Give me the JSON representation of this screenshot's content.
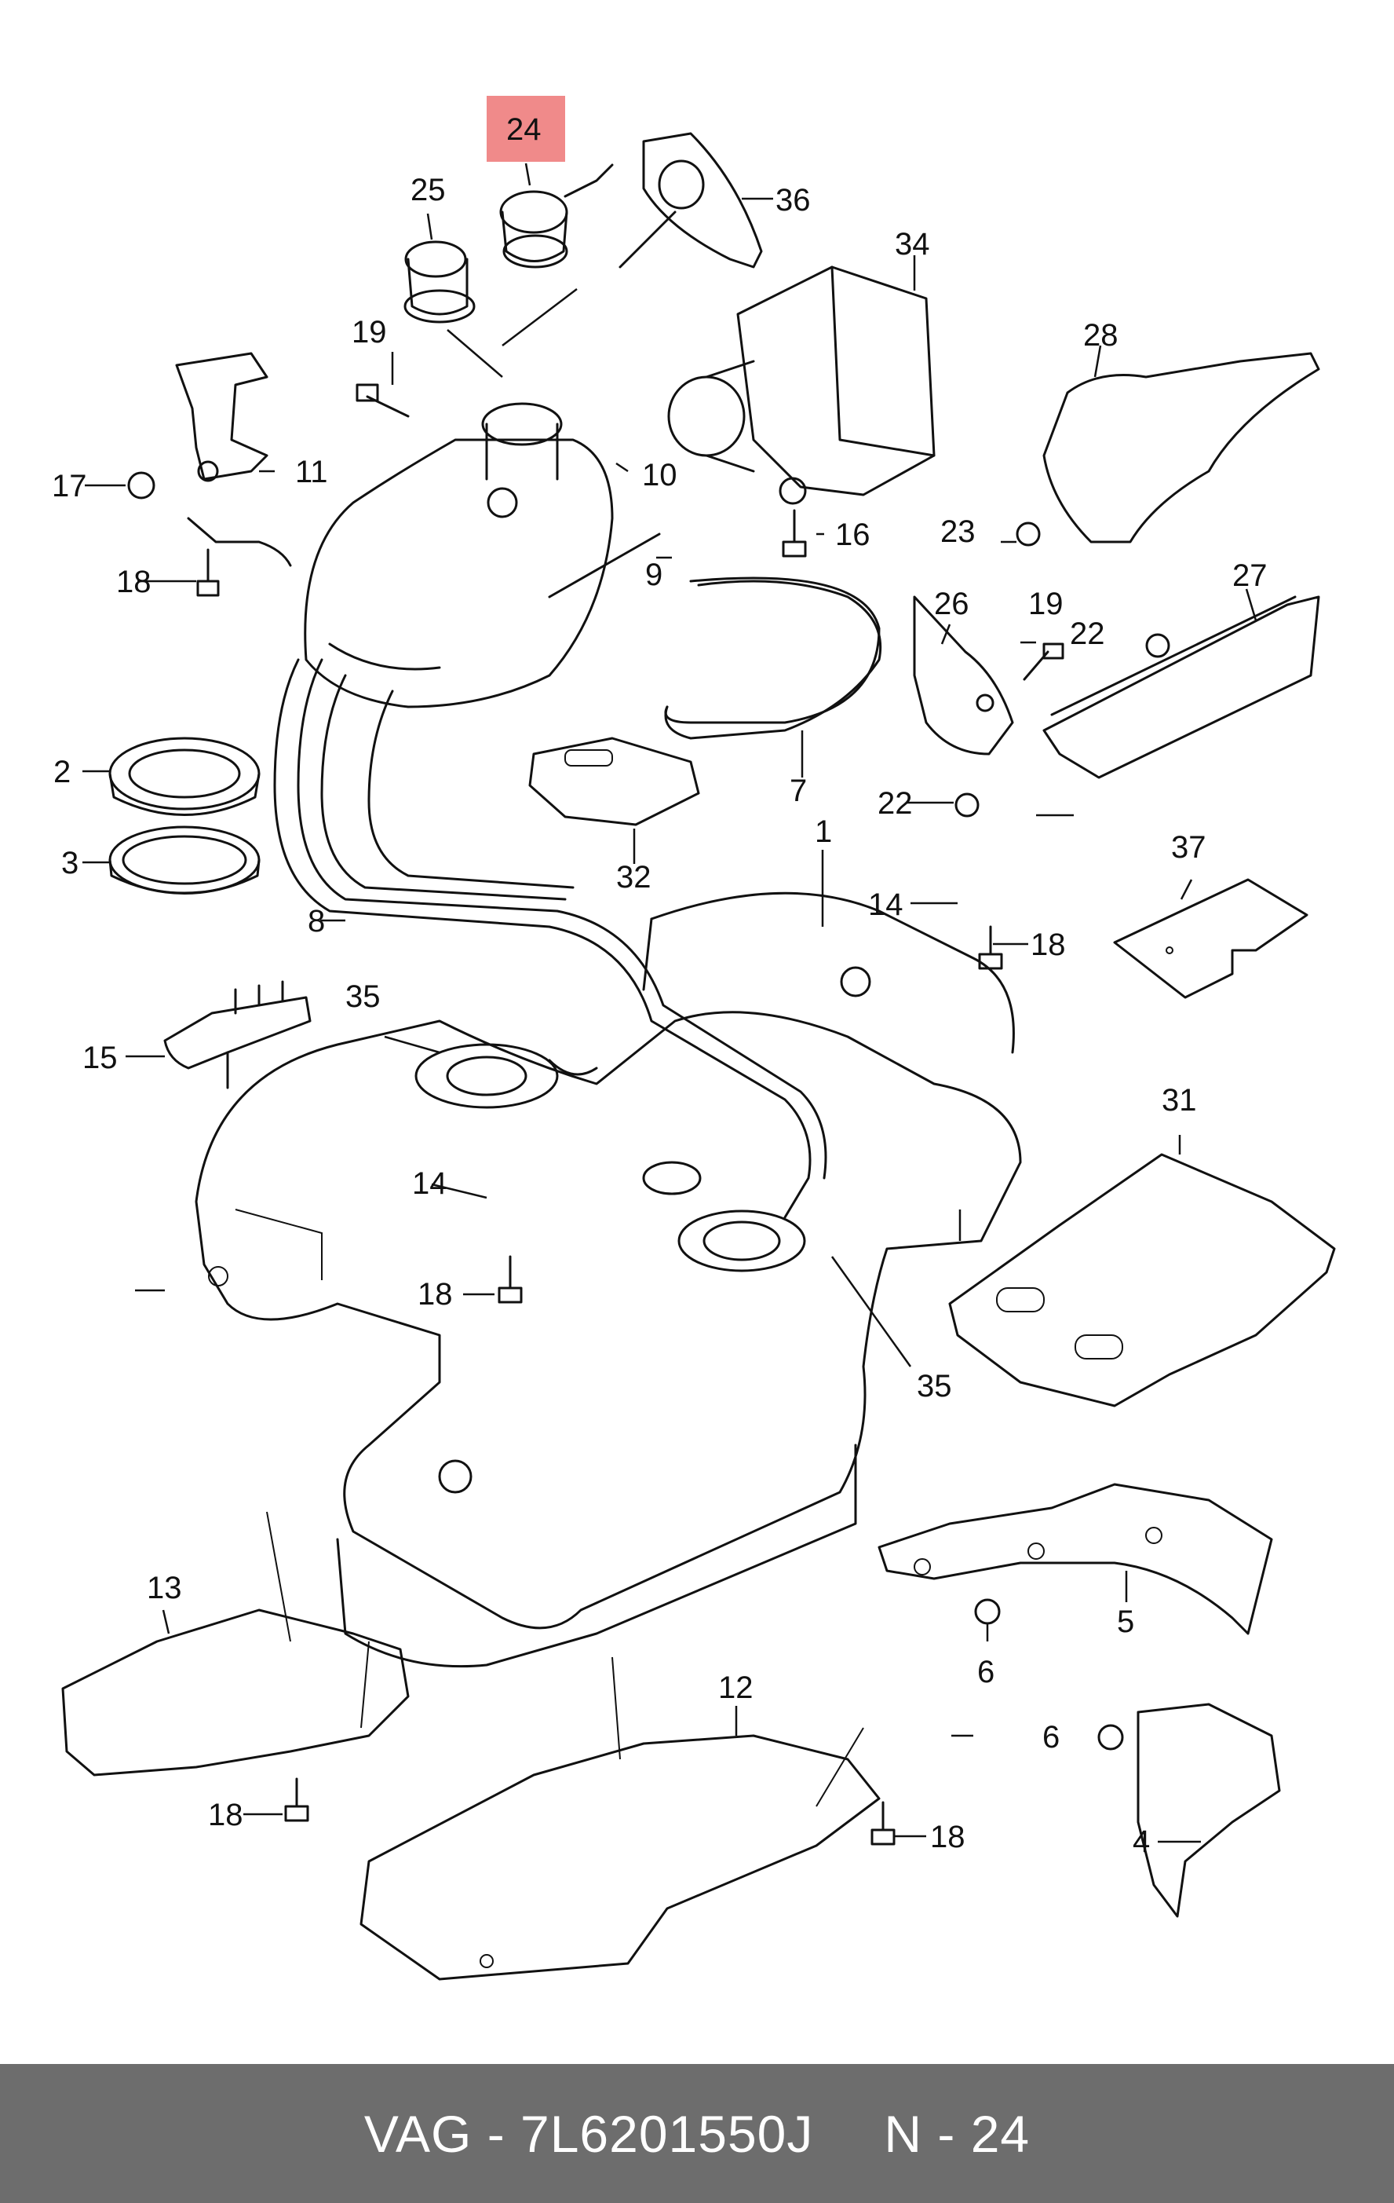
{
  "callouts": [
    {
      "id": "c1",
      "text": "1"
    },
    {
      "id": "c2",
      "text": "2"
    },
    {
      "id": "c3",
      "text": "3"
    },
    {
      "id": "c4",
      "text": "4"
    },
    {
      "id": "c5",
      "text": "5"
    },
    {
      "id": "c6a",
      "text": "6"
    },
    {
      "id": "c6b",
      "text": "6"
    },
    {
      "id": "c7",
      "text": "7"
    },
    {
      "id": "c8",
      "text": "8"
    },
    {
      "id": "c9",
      "text": "9"
    },
    {
      "id": "c10",
      "text": "10"
    },
    {
      "id": "c11",
      "text": "11"
    },
    {
      "id": "c12",
      "text": "12"
    },
    {
      "id": "c13",
      "text": "13"
    },
    {
      "id": "c14a",
      "text": "14"
    },
    {
      "id": "c14b",
      "text": "14"
    },
    {
      "id": "c15",
      "text": "15"
    },
    {
      "id": "c16",
      "text": "16"
    },
    {
      "id": "c17",
      "text": "17"
    },
    {
      "id": "c18a",
      "text": "18"
    },
    {
      "id": "c18b",
      "text": "18"
    },
    {
      "id": "c18c",
      "text": "18"
    },
    {
      "id": "c18d",
      "text": "18"
    },
    {
      "id": "c18e",
      "text": "18"
    },
    {
      "id": "c19a",
      "text": "19"
    },
    {
      "id": "c19b",
      "text": "19"
    },
    {
      "id": "c22a",
      "text": "22"
    },
    {
      "id": "c22b",
      "text": "22"
    },
    {
      "id": "c23",
      "text": "23"
    },
    {
      "id": "c24",
      "text": "24"
    },
    {
      "id": "c25",
      "text": "25"
    },
    {
      "id": "c26",
      "text": "26"
    },
    {
      "id": "c27",
      "text": "27"
    },
    {
      "id": "c28",
      "text": "28"
    },
    {
      "id": "c31",
      "text": "31"
    },
    {
      "id": "c32",
      "text": "32"
    },
    {
      "id": "c34",
      "text": "34"
    },
    {
      "id": "c35a",
      "text": "35"
    },
    {
      "id": "c35b",
      "text": "35"
    },
    {
      "id": "c36",
      "text": "36"
    },
    {
      "id": "c37",
      "text": "37"
    }
  ],
  "highlight": {
    "callout": "24",
    "color": "#f08a8a"
  },
  "footer": {
    "brand_part": "VAG - 7L6201550J",
    "position": "N - 24",
    "background": "#6d6d6d"
  }
}
